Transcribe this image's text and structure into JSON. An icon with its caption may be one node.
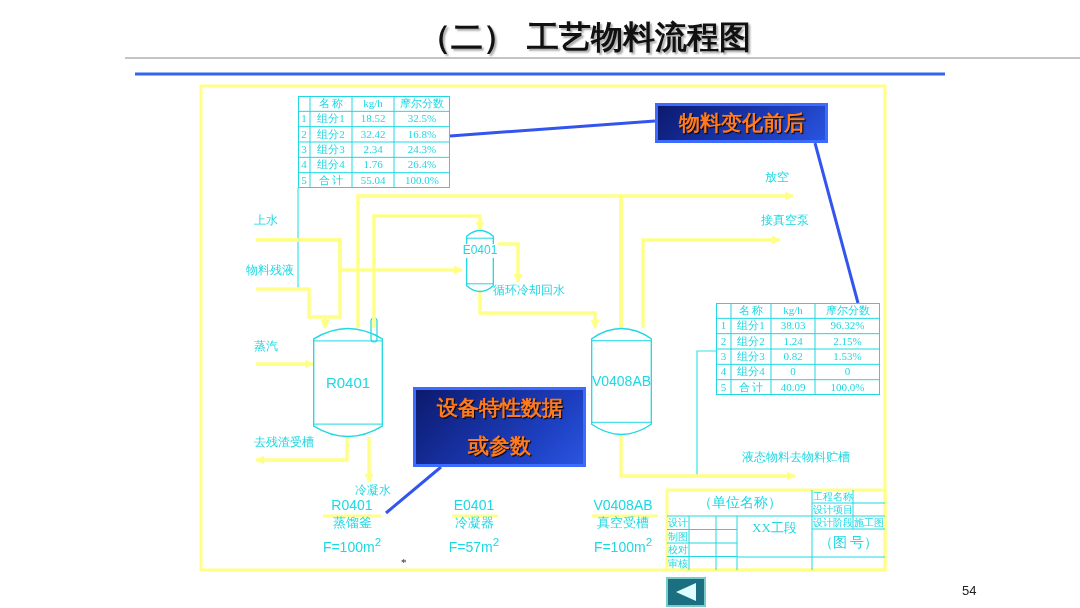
{
  "diagram": {
    "title": "（二） 工艺物料流程图",
    "nodes": [
      {
        "text": [
          "物料变化前后"
        ]
      },
      {
        "text": [
          "设备特性数据或参数"
        ]
      },
      {
        "text": [],
        "shape": "box"
      },
      {
        "text": [],
        "shape": "box"
      },
      {
        "text": [
          "R0401"
        ]
      },
      {
        "text": [
          "E0401"
        ]
      },
      {
        "text": [
          "V0408AB"
        ]
      },
      {
        "text": [
          "R0401",
          "蒸馏釜",
          "F=100m$^{2}$"
        ]
      },
      {
        "text": [
          "上水"
        ]
      },
      {
        "text": [
          "物料残液"
        ]
      },
      {
        "text": [
          "循环冷却回水"
        ]
      },
      {
        "text": [
          "蒸汽"
        ]
      },
      {
        "text": [
          "去残渣受槽"
        ]
      },
      {
        "text": [
          "冷凝水"
        ]
      },
      {
        "text": [
          "放空"
        ]
      },
      {
        "text": [
          "接真空泵"
        ]
      },
      {
        "text": [
          "液态物料去物料贮槽"
        ]
      }
    ],
    "edges": [
      {
        "from": 0,
        "to": 2,
        "arrow": "none",
        "color": "#3355ee"
      },
      {
        "from": 0,
        "to": 3,
        "arrow": "none",
        "color": "#3355ee"
      },
      {
        "from": 1,
        "to": 7,
        "arrow": "none",
        "color": "#3355ee"
      },
      {
        "from": 2,
        "to": 9,
        "arrow": "none",
        "color": "#33e6e6"
      },
      {
        "from": 3,
        "to": null,
        "arrow": "none",
        "color": "#33e6e6"
      },
      {
        "from": 4,
        "to": 5,
        "arrow": "to"
      },
      {
        "from": 5,
        "to": 6,
        "arrow": "to"
      },
      {
        "from": 4,
        "to": 6,
        "arrow": "none"
      },
      {
        "from": 8,
        "to": 4,
        "arrow": "to"
      },
      {
        "from": 8,
        "to": 5,
        "arrow": "to"
      },
      {
        "from": 9,
        "to": 4,
        "arrow": "to"
      },
      {
        "from": 11,
        "to": 4,
        "arrow": "to"
      },
      {
        "from": 4,
        "to": 12,
        "arrow": "to"
      },
      {
        "from": 4,
        "to": 13,
        "arrow": "to"
      },
      {
        "from": 5,
        "to": 10,
        "arrow": "to"
      },
      {
        "from": 6,
        "to": 14,
        "arrow": "to"
      },
      {
        "from": 6,
        "to": 15,
        "arrow": "to"
      },
      {
        "from": 6,
        "to": 16,
        "arrow": "to"
      }
    ],
    "labels": [
      "名 称",
      "kg/h",
      "摩尔分数",
      "1",
      "组分1",
      "18.52",
      "32.5%",
      "2",
      "组分2",
      "32.42",
      "16.8%",
      "3",
      "组分3",
      "2.34",
      "24.3%",
      "4",
      "组分4",
      "1.76",
      "26.4%",
      "5",
      "合 计",
      "55.04",
      "100.0%",
      "名 称",
      "kg/h",
      "摩尔分数",
      "1",
      "组分1",
      "38.03",
      "96.32%",
      "2",
      "组分2",
      "1.24",
      "2.15%",
      "3",
      "组分3",
      "0.82",
      "1.53%",
      "4",
      "组分4",
      "0",
      "0",
      "5",
      "合 计",
      "40.09",
      "100.0%",
      "E0401",
      "冷凝器",
      "F=57m$^{2}$",
      "V0408AB",
      "真空受槽",
      "F=100m$^{2}$",
      "（单位名称）",
      "设计",
      "制图",
      "校对",
      "审核",
      "XX工段",
      "工程名称",
      "设计项目",
      "设计阶段",
      "施工图",
      "（图 号）",
      "*",
      "54"
    ]
  }
}
